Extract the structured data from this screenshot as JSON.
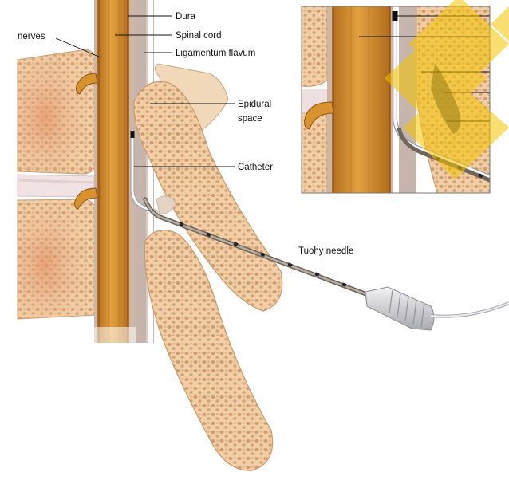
{
  "labels": {
    "nerves": "nerves",
    "dura": "Dura",
    "spinal_cord": "Spinal cord",
    "ligamentum_flavum": "Ligamentum flavum",
    "epidural_line1": "Epidural",
    "epidural_line2": "space",
    "catheter": "Catheter",
    "tuohy_needle": "Tuohy needle"
  },
  "colors": {
    "bone_fill": "#f0cfa6",
    "bone_pore": "#c9885a",
    "bone_inner": "#e9a77c",
    "spinal_cord": "#d8932e",
    "spinal_cord_dark": "#a8651a",
    "dura": "#c9b7a8",
    "ligamentum": "#b9a8a2",
    "catheter": "#f4f4f4",
    "needle": "#8a8077",
    "hub": "#d9d9dc",
    "watermark": "#f5c400"
  }
}
